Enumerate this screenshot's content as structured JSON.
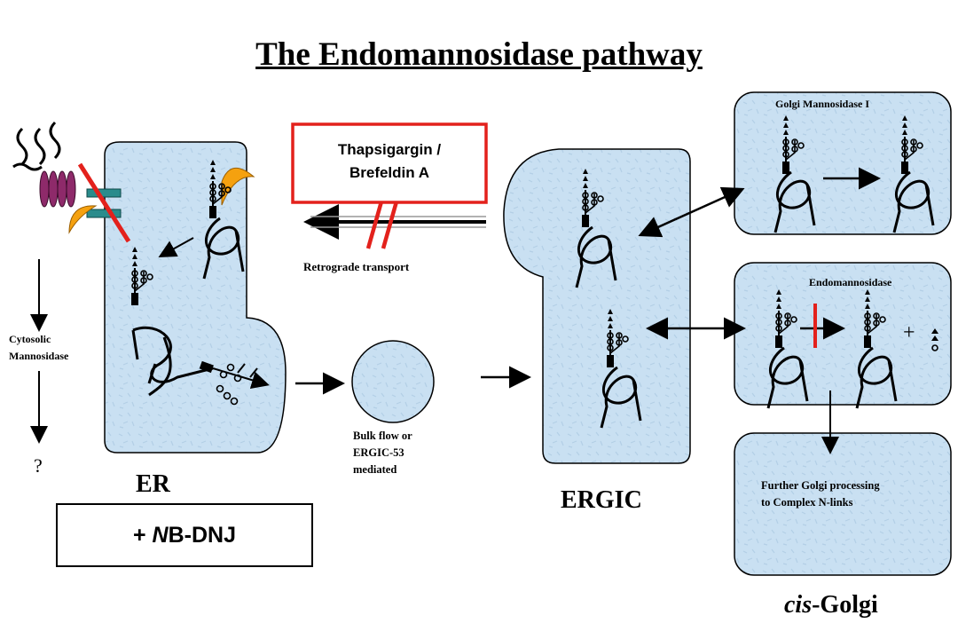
{
  "title": "The Endomannosidase pathway",
  "labels": {
    "cytosolic_mannosidase": [
      "Cytosolic",
      "Mannosidase"
    ],
    "question_mark": "?",
    "er": "ER",
    "drug": "+ NB-DNJ",
    "inhibitors": [
      "Thapsigargin /",
      "Brefeldin A"
    ],
    "retrograde": "Retrograde transport",
    "bulk_flow": [
      "Bulk flow or",
      "ERGIC-53",
      "mediated"
    ],
    "ergic": "ERGIC",
    "golgi_mannosidase": "Golgi Mannosidase I",
    "endomannosidase": "Endomannosidase",
    "plus": "+",
    "further_processing": [
      "Further Golgi processing",
      "to Complex N-links"
    ],
    "cis_golgi_prefix": "cis",
    "cis_golgi_suffix": "-Golgi"
  },
  "colors": {
    "compartment_fill": "#c8dff0",
    "compartment_stroke": "#000000",
    "inhibitor_red": "#e3211c",
    "receptor_teal": "#2a8c8c",
    "calnexin_orange": "#f5a10f",
    "proteasome_purple": "#8e2a6a"
  }
}
